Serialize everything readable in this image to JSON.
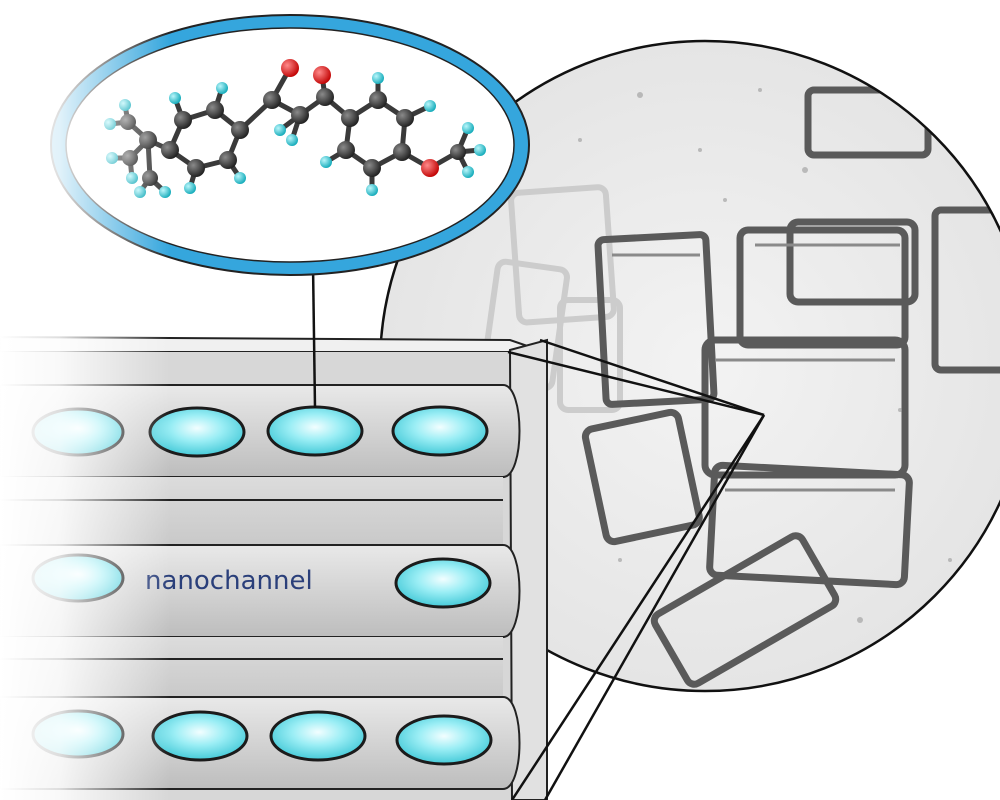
{
  "labels": {
    "nanochannel": "nanochannel"
  },
  "colors": {
    "capsule_fill": "#8fe9f1",
    "capsule_highlight": "#e8fdff",
    "capsule_stroke": "#1b1b1b",
    "bubble_border": "#37a9df",
    "label_text": "#2a3f7a",
    "carbon": "#2b2b2b",
    "hydrogen": "#19c2cf",
    "oxygen": "#e0151a"
  },
  "icons": {
    "molecule": "molecule-ball-and-stick",
    "micrograph": "crystal-micrograph"
  }
}
